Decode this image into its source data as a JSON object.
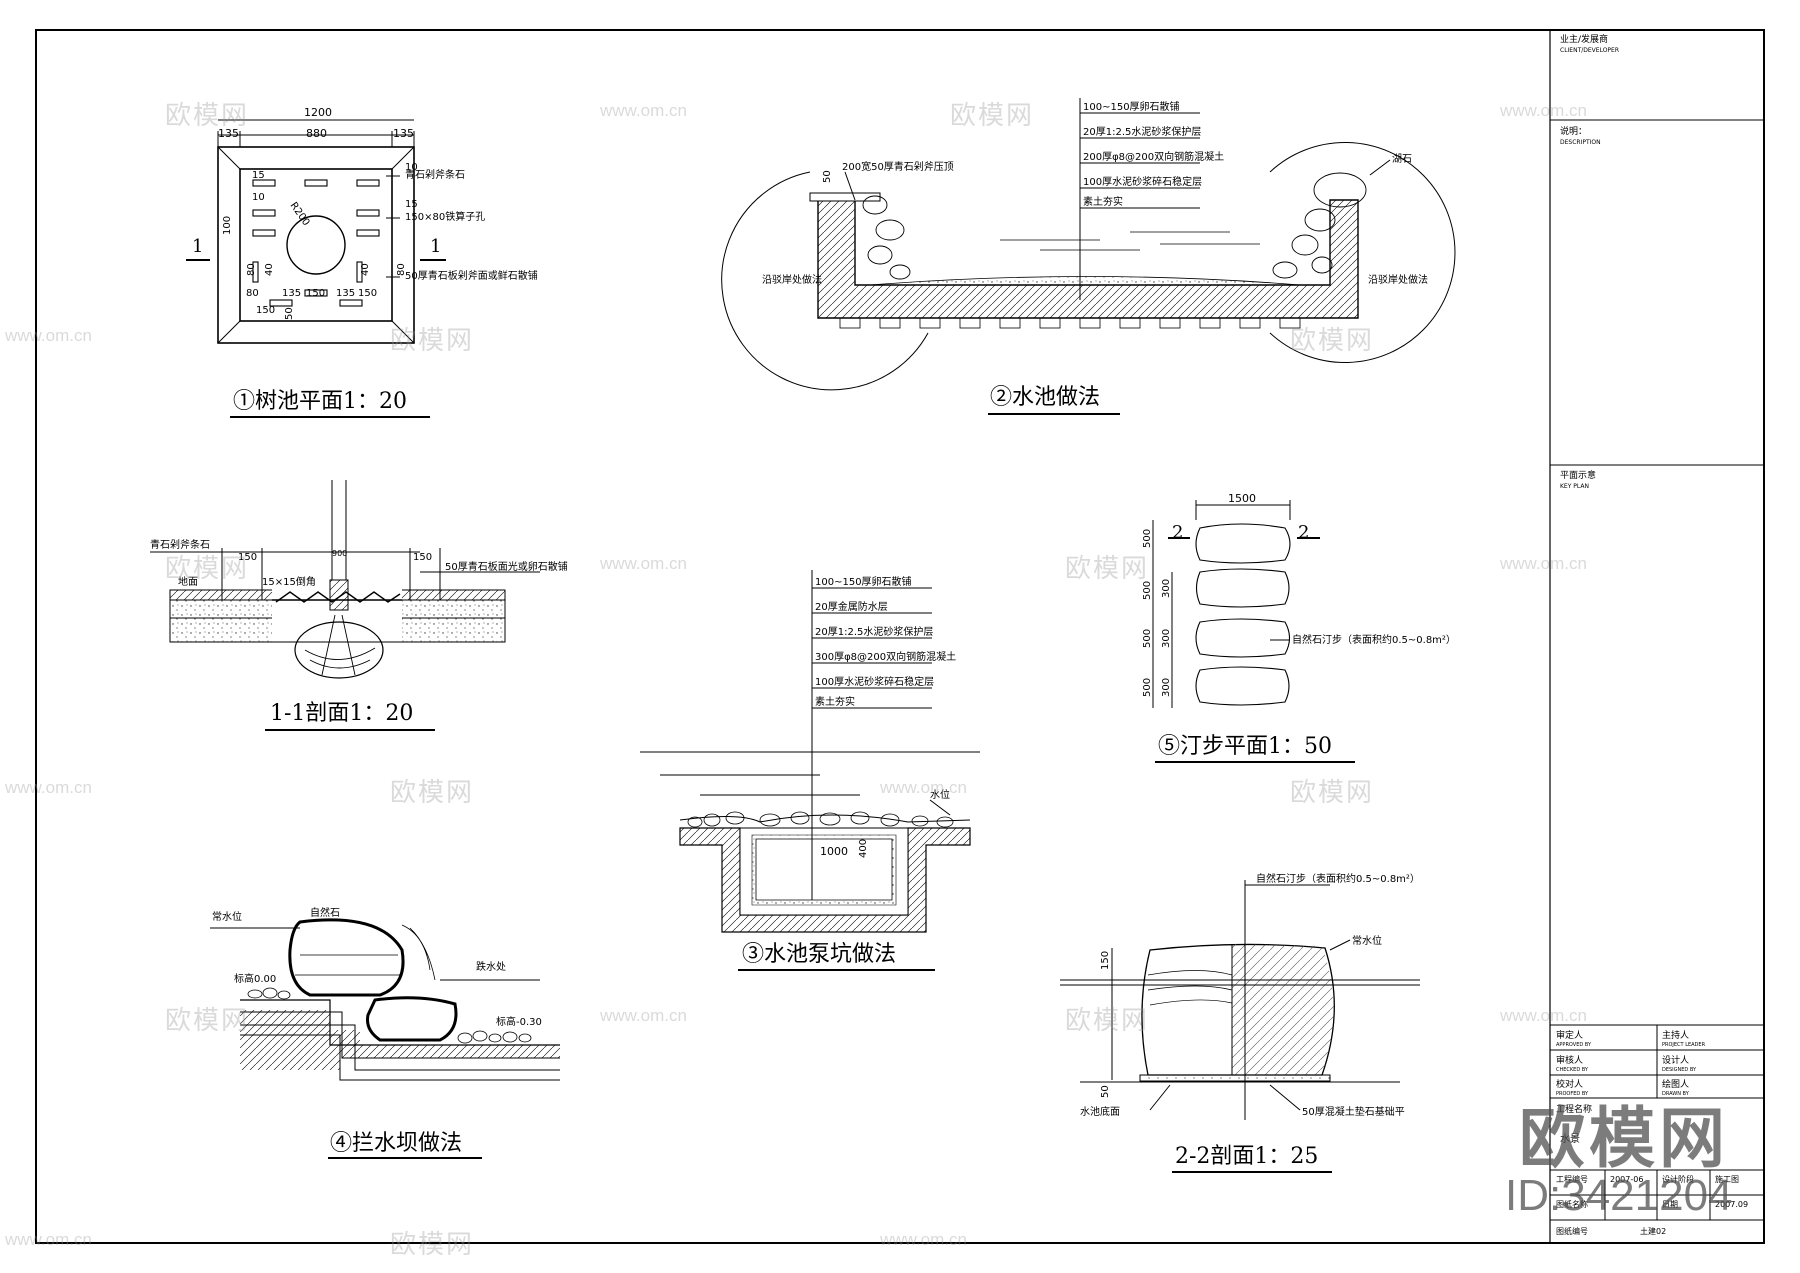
{
  "titles": {
    "t1": "①树池平面1：20",
    "t2": "②水池做法",
    "t11": "1-1剖面1：20",
    "t3": "③水池泵坑做法",
    "t5": "⑤汀步平面1：50",
    "t4": "④拦水坝做法",
    "t22": "2-2剖面1：25"
  },
  "tree_pit": {
    "dim_total": "1200",
    "dim_left": "135",
    "dim_mid": "880",
    "dim_right": "135",
    "radius": "R200",
    "section_mark": "1",
    "notes": [
      "青石剁斧条石",
      "150×80铁算子孔",
      "50厚青石板剁斧面或鲜石散铺"
    ],
    "dims_small": [
      "15",
      "10",
      "10",
      "15",
      "100",
      "80",
      "40",
      "40",
      "80",
      "80",
      "135",
      "150",
      "135",
      "150",
      "150",
      "50"
    ]
  },
  "pool": {
    "notes": [
      "100~150厚卵石散铺",
      "20厚1:2.5水泥砂浆保护层",
      "200厚φ8@200双向钢筋混凝土",
      "100厚水泥砂浆碎石稳定层",
      "素土夯实"
    ],
    "left_note": "200宽50厚青石剁斧压顶",
    "left_label": "沿驳岸处做法",
    "right_label": "沿驳岸处做法",
    "rock_label": "湖石",
    "dim": "50"
  },
  "section11": {
    "label_top": "青石剁斧条石",
    "label_ground": "地面",
    "label_grate": "15×15倒角",
    "label_right": "50厚青石板面光或卵石散铺",
    "dim_l": "150",
    "dim_r": "150",
    "dim_tree": "900"
  },
  "pump_pit": {
    "notes": [
      "100~150厚卵石散铺",
      "20厚金属防水层",
      "20厚1:2.5水泥砂浆保护层",
      "300厚φ8@200双向钢筋混凝土",
      "100厚水泥砂浆碎石稳定层",
      "素土夯实"
    ],
    "label_water": "水位",
    "dim_w": "1000",
    "dim_h": "400"
  },
  "stepping": {
    "dim_top": "1500",
    "dims_left": [
      "500",
      "500",
      "300",
      "500",
      "300",
      "500",
      "300"
    ],
    "section_mark": "2",
    "note": "自然石汀步（表面积约0.5~0.8m²）"
  },
  "weir": {
    "label_water": "常水位",
    "label_stone": "自然石",
    "label_level1": "标高0.00",
    "label_level2": "标高-0.30",
    "label_fall": "跌水处"
  },
  "section22": {
    "note_top": "自然石汀步（表面积约0.5~0.8m²）",
    "label_water": "常水位",
    "label_bottom": "水池底面",
    "label_base": "50厚混凝土垫石基础平",
    "dim_top": "150",
    "dim_bottom": "50"
  },
  "titleblock": {
    "owner": "业主/发展商",
    "owner_en": "CLIENT/DEVELOPER",
    "notes": "说明：",
    "notes_en": "DESCRIPTION",
    "keyplan": "平面示意",
    "keyplan_en": "KEY PLAN",
    "rows": [
      [
        "审定人",
        "主持人"
      ],
      [
        "审核人",
        "设计人"
      ],
      [
        "校对人",
        "绘图人"
      ]
    ],
    "rows_en": [
      [
        "APPROVED BY",
        "PROJECT LEADER"
      ],
      [
        "CHECKED BY",
        "DESIGNED BY"
      ],
      [
        "PROOFED BY",
        "DRAWN BY"
      ]
    ],
    "proj_label": "工程名称",
    "proj_value": "水景",
    "job_label": "工程编号",
    "job_value": "2007-06",
    "phase_label": "设计阶段",
    "phase_value": "施工图",
    "sheetname_label": "图纸名称",
    "date_label": "日期",
    "date_value": "2007.09",
    "drawingno_label": "图纸编号",
    "drawingno_value": "土建02"
  },
  "watermark": {
    "url": "www.om.cn",
    "cn": "欧模网",
    "brand": "欧模网",
    "id": "ID:3421204"
  }
}
